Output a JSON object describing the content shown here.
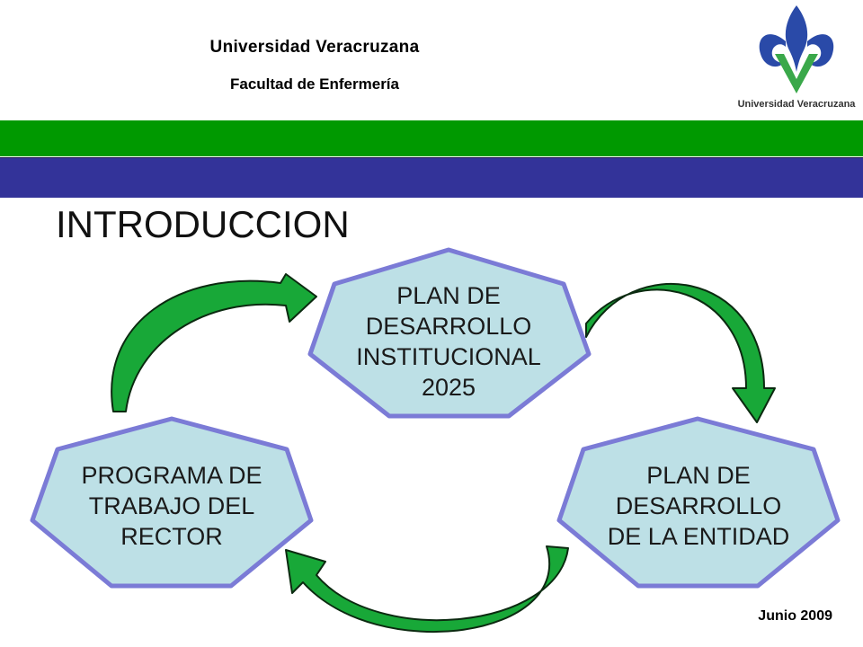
{
  "header": {
    "university": "Universidad  Veracruzana",
    "faculty": "Facultad de Enfermería"
  },
  "logo": {
    "caption": "Universidad Veracruzana",
    "icon": "fleur-de-lis-logo"
  },
  "title": "INTRODUCCION",
  "diagram": {
    "nodes": [
      {
        "id": "top",
        "lines": [
          "PLAN DE",
          "DESARROLLO",
          "INSTITUCIONAL",
          "2025"
        ]
      },
      {
        "id": "right",
        "lines": [
          "PLAN DE",
          "DESARROLLO",
          "DE LA ENTIDAD"
        ]
      },
      {
        "id": "left",
        "lines": [
          "PROGRAMA DE",
          "TRABAJO DEL",
          "RECTOR"
        ]
      }
    ],
    "edges": [
      {
        "from": "left",
        "to": "top"
      },
      {
        "from": "top",
        "to": "right"
      },
      {
        "from": "right",
        "to": "left"
      }
    ]
  },
  "footer": {
    "date": "Junio 2009"
  },
  "colors": {
    "band_green": "#009900",
    "band_blue": "#333399",
    "node_fill": "#bde0e6",
    "node_stroke": "#7b7bd6",
    "arrow_fill": "#18a838",
    "arrow_stroke": "#0b2a10",
    "logo_blue": "#2a4aa8",
    "logo_green": "#3aa84a"
  }
}
